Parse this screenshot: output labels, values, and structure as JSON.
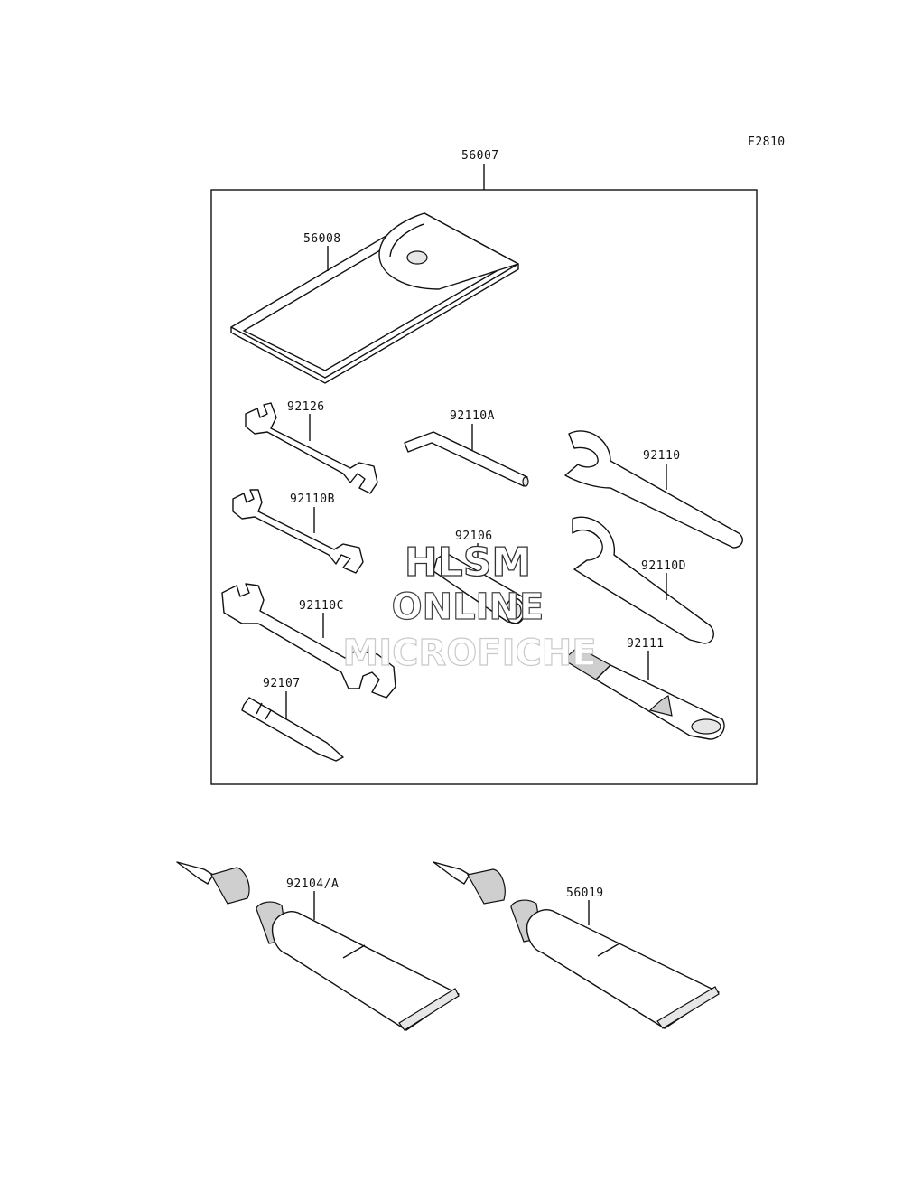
{
  "figure_code": "F2810",
  "kit": {
    "part_number": "56007"
  },
  "parts": {
    "pouch": "56008",
    "wrench_small": "92126",
    "hex_key": "92110A",
    "spanner_large": "92110",
    "wrench_medium": "92110B",
    "plug_tool": "92106",
    "wrench_large": "92110C",
    "spanner_hook": "92110D",
    "handle_tube": "92111",
    "screwdriver_bit": "92107",
    "tube_left": "92104/A",
    "tube_right": "56019"
  },
  "watermark": {
    "line1": "HLSM",
    "line2": "ONLINE",
    "line3": "MICROFICHE"
  }
}
